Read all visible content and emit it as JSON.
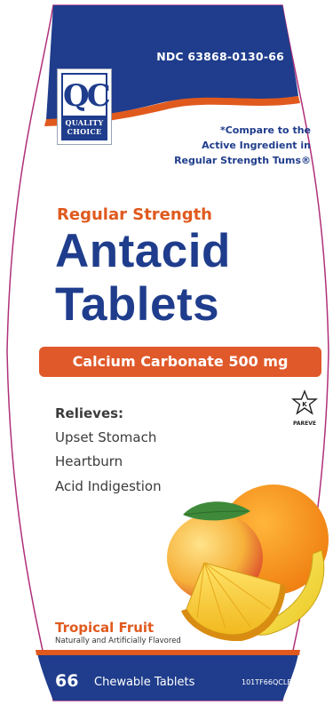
{
  "colors": {
    "brand_blue": "#1f3d8c",
    "accent_orange": "#e05a1e",
    "outline_magenta": "#b0307a"
  },
  "header": {
    "ndc": "NDC 63868-0130-66"
  },
  "logo": {
    "letters": "QC",
    "line1": "QUALITY",
    "line2": "CHOICE"
  },
  "compare": {
    "line1": "*Compare to the",
    "line2": "Active Ingredient in",
    "line3": "Regular Strength Tums®"
  },
  "product": {
    "strength": "Regular Strength",
    "name_line1": "Antacid",
    "name_line2": "Tablets",
    "ingredient": "Calcium Carbonate 500 mg"
  },
  "kosher": {
    "symbol": "K",
    "label": "PAREVE"
  },
  "relief": {
    "heading": "Relieves:",
    "items": [
      "Upset Stomach",
      "Heartburn",
      "Acid Indigestion"
    ]
  },
  "flavor": {
    "name": "Tropical Fruit",
    "note": "Naturally and Artificially Flavored"
  },
  "footer": {
    "count": "66",
    "description": "Chewable Tablets",
    "code": "101TF66QCLF"
  }
}
